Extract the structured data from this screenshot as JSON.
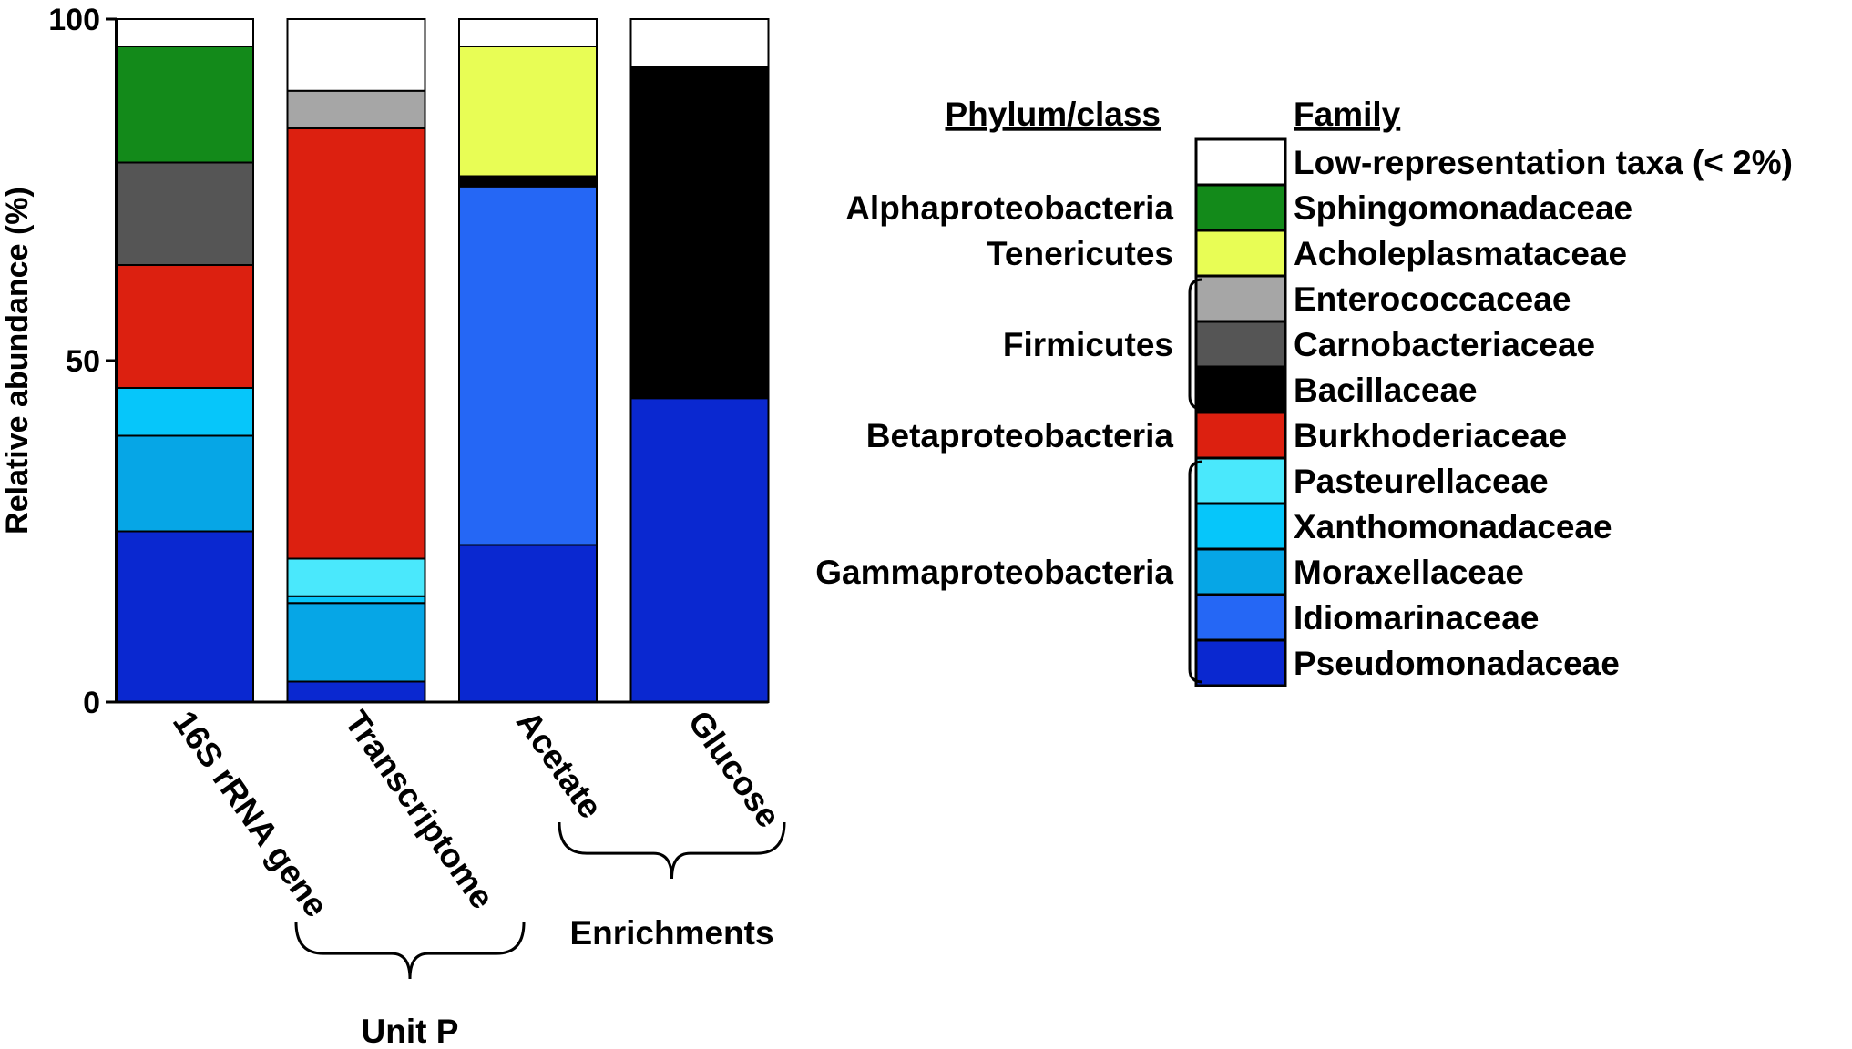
{
  "chart_data": {
    "type": "bar",
    "stacked": true,
    "title": "",
    "xlabel": "",
    "ylabel": "Relative abundance (%)",
    "ylim": [
      0,
      100
    ],
    "yticks": [
      "0",
      "50",
      "100"
    ],
    "categories": [
      "16S rRNA gene",
      "Transcriptome",
      "Acetate",
      "Glucose"
    ],
    "groups": [
      {
        "label": "Unit P",
        "categories": [
          "16S rRNA gene",
          "Transcriptome"
        ]
      },
      {
        "label": "Enrichments",
        "categories": [
          "Acetate",
          "Glucose"
        ]
      }
    ],
    "series": [
      {
        "name": "Pseudomonadaceae",
        "color": "#0a28d0",
        "values": [
          25,
          3,
          23,
          44.5
        ]
      },
      {
        "name": "Idiomarinaceae",
        "color": "#2567f5",
        "values": [
          0,
          0,
          52.5,
          0
        ]
      },
      {
        "name": "Moraxellaceae",
        "color": "#06a6e6",
        "values": [
          14,
          11.5,
          0,
          0
        ]
      },
      {
        "name": "Xanthomonadaceae",
        "color": "#06c6fa",
        "values": [
          7,
          1,
          0,
          0
        ]
      },
      {
        "name": "Pasteurellaceae",
        "color": "#4ae8fc",
        "values": [
          0,
          5.5,
          0,
          0
        ]
      },
      {
        "name": "Burkhoderiaceae",
        "color": "#dc2010",
        "values": [
          18,
          63,
          0,
          0
        ]
      },
      {
        "name": "Bacillaceae",
        "color": "#000000",
        "values": [
          0,
          0,
          1.5,
          48.5
        ]
      },
      {
        "name": "Carnobacteriaceae",
        "color": "#555555",
        "values": [
          15,
          0,
          0,
          0
        ]
      },
      {
        "name": "Enterococcaceae",
        "color": "#a6a6a6",
        "values": [
          0,
          5.5,
          0,
          0
        ]
      },
      {
        "name": "Acholeplasmataceae",
        "color": "#e8fd55",
        "values": [
          0,
          0,
          19,
          0
        ]
      },
      {
        "name": "Sphingomonadaceae",
        "color": "#138a1a",
        "values": [
          17,
          0,
          0,
          0
        ]
      },
      {
        "name": "Low-representation taxa (< 2%)",
        "color": "#ffffff",
        "values": [
          4,
          10.5,
          4,
          7
        ]
      }
    ]
  },
  "legend": {
    "phylum_header": "Phylum/class",
    "family_header": "Family",
    "entries": [
      {
        "label": "Low-representation taxa (< 2%)",
        "color": "#ffffff"
      },
      {
        "label": "Sphingomonadaceae",
        "color": "#138a1a"
      },
      {
        "label": "Acholeplasmataceae",
        "color": "#e8fd55"
      },
      {
        "label": "Enterococcaceae",
        "color": "#a6a6a6"
      },
      {
        "label": "Carnobacteriaceae",
        "color": "#555555"
      },
      {
        "label": "Bacillaceae",
        "color": "#000000"
      },
      {
        "label": "Burkhoderiaceae",
        "color": "#dc2010"
      },
      {
        "label": "Pasteurellaceae",
        "color": "#4ae8fc"
      },
      {
        "label": "Xanthomonadaceae",
        "color": "#06c6fa"
      },
      {
        "label": "Moraxellaceae",
        "color": "#06a6e6"
      },
      {
        "label": "Idiomarinaceae",
        "color": "#2567f5"
      },
      {
        "label": "Pseudomonadaceae",
        "color": "#0a28d0"
      }
    ],
    "phyla": [
      {
        "label": "Alphaproteobacteria",
        "from": 1,
        "to": 1
      },
      {
        "label": "Tenericutes",
        "from": 2,
        "to": 2
      },
      {
        "label": "Firmicutes",
        "from": 3,
        "to": 5
      },
      {
        "label": "Betaproteobacteria",
        "from": 6,
        "to": 6
      },
      {
        "label": "Gammaproteobacteria",
        "from": 7,
        "to": 11
      }
    ]
  }
}
